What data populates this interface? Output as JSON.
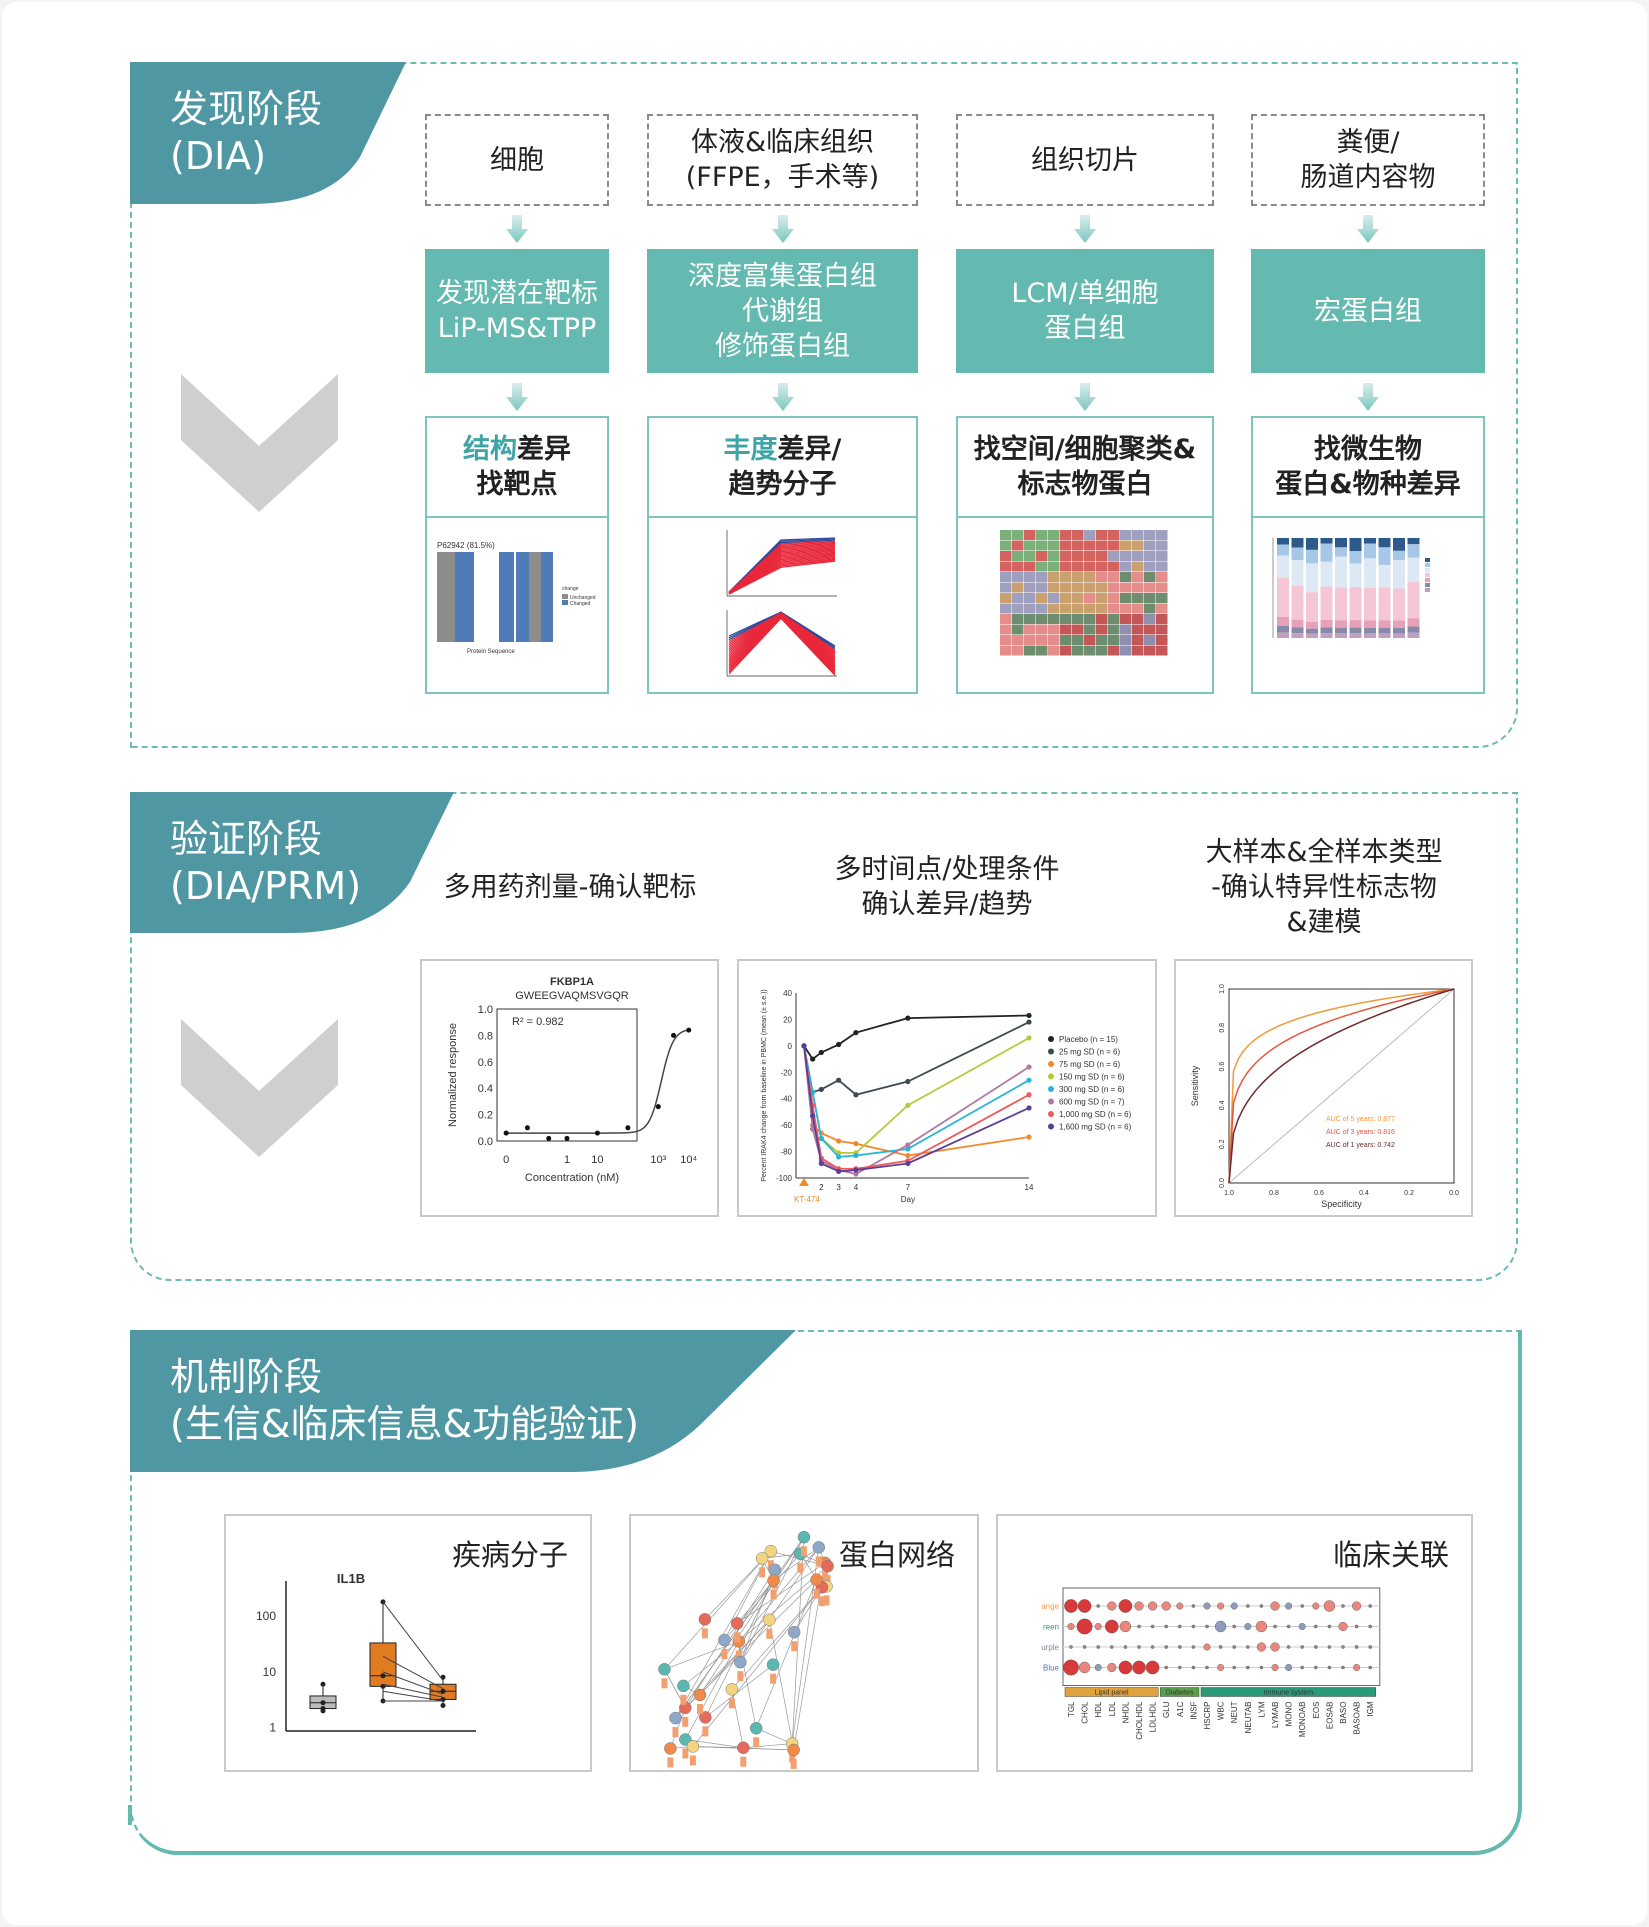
{
  "colors": {
    "banner": "#4e97a3",
    "box": "#64b9b0",
    "border": "#6fbab3",
    "chevron": "#cfcfcf"
  },
  "discovery": {
    "title_line1": "发现阶段",
    "title_line2": "(DIA)",
    "columns": [
      {
        "source": [
          "细胞"
        ],
        "method": [
          "发现潜在靶标",
          "LiP-MS&TPP"
        ],
        "result_hl": "结构",
        "result_rest": "差异",
        "result_line2": "找靶点"
      },
      {
        "source": [
          "体液&临床组织",
          "(FFPE，手术等)"
        ],
        "method": [
          "深度富集蛋白组",
          "代谢组",
          "修饰蛋白组"
        ],
        "result_hl": "丰度",
        "result_rest": "差异/",
        "result_line2": "趋势分子"
      },
      {
        "source": [
          "组织切片"
        ],
        "method": [
          "LCM/单细胞",
          "蛋白组"
        ],
        "result_hl": "",
        "result_rest": "找空间/细胞聚类&",
        "result_line2": "标志物蛋白"
      },
      {
        "source": [
          "粪便/",
          "肠道内容物"
        ],
        "method": [
          "宏蛋白组"
        ],
        "result_hl": "",
        "result_rest": "找微生物",
        "result_line2": "蛋白&物种差异"
      }
    ],
    "thumb_lip": {
      "title": "P62942 (81.5%)",
      "xlabel": "Protein Sequence",
      "legend_title": "change",
      "legend": [
        "Unchanged",
        "Changed"
      ],
      "segments": [
        "U",
        "C",
        "W",
        "C",
        "W",
        "C",
        "U",
        "C"
      ]
    }
  },
  "validation": {
    "title_line1": "验证阶段",
    "title_line2": "(DIA/PRM)",
    "labels": [
      [
        "多用药剂量-确认靶标"
      ],
      [
        "多时间点/处理条件",
        "确认差异/趋势"
      ],
      [
        "大样本&全样本类型",
        "-确认特异性标志物",
        "&建模"
      ]
    ]
  },
  "mechanism": {
    "title_line1": "机制阶段",
    "title_line2": "(生信&临床信息&功能验证)",
    "cards": [
      "疾病分子",
      "蛋白网络",
      "临床关联"
    ]
  },
  "chart_data": [
    {
      "type": "scatter",
      "id": "dose",
      "title": "FKBP1A",
      "subtitle": "GWEEGVAQMSVGQR",
      "annotation": "R² = 0.982",
      "xlabel": "Concentration (nM)",
      "ylabel": "Normalized response",
      "xtick_labels": [
        "0",
        "1",
        "10",
        "10³",
        "10⁴"
      ],
      "xtick_logs": [
        -2,
        0,
        1,
        3,
        4
      ],
      "ylim": [
        0,
        1
      ],
      "yticks": [
        "0.0",
        "0.2",
        "0.4",
        "0.6",
        "0.8",
        "1.0"
      ],
      "log_x": [
        -2,
        -1.3,
        -0.6,
        0,
        1,
        2,
        3,
        3.5,
        4
      ],
      "y": [
        0.06,
        0.1,
        0.02,
        0.02,
        0.06,
        0.1,
        0.26,
        0.8,
        0.84
      ]
    },
    {
      "type": "line",
      "id": "irak4",
      "xlabel": "Day",
      "ylabel": "Percent IRAK4 change from baseline in PBMC (mean (± s.e.))",
      "marker_label": "KT-474",
      "x": [
        1,
        1.5,
        2,
        3,
        4,
        7,
        14
      ],
      "xticks": [
        2,
        3,
        4,
        7,
        14
      ],
      "ylim": [
        -100,
        40
      ],
      "yticks": [
        -100,
        -80,
        -60,
        -40,
        -20,
        0,
        20,
        40
      ],
      "series": [
        {
          "name": "Placebo (n = 15)",
          "color": "#222222",
          "values": [
            0,
            -10,
            -5,
            1,
            10,
            21,
            23
          ]
        },
        {
          "name": "25 mg SD (n = 6)",
          "color": "#3d4a52",
          "values": [
            0,
            -35,
            -33,
            -26,
            -37,
            -27,
            18
          ]
        },
        {
          "name": "75 mg SD (n = 6)",
          "color": "#f08a2c",
          "values": [
            0,
            -60,
            -66,
            -72,
            -74,
            -83,
            -69
          ]
        },
        {
          "name": "150 mg SD (n = 6)",
          "color": "#b7c83a",
          "values": [
            0,
            -35,
            -70,
            -81,
            -81,
            -45,
            6
          ]
        },
        {
          "name": "300 mg SD (n = 6)",
          "color": "#27b4d8",
          "values": [
            0,
            -35,
            -70,
            -84,
            -83,
            -78,
            -26
          ]
        },
        {
          "name": "600 mg SD (n = 7)",
          "color": "#b07aa0",
          "values": [
            0,
            -63,
            -87,
            -94,
            -97,
            -75,
            -16
          ]
        },
        {
          "name": "1,000 mg SD (n = 6)",
          "color": "#ef5a5a",
          "values": [
            0,
            -45,
            -85,
            -93,
            -93,
            -87,
            -37
          ]
        },
        {
          "name": "1,600 mg SD (n = 6)",
          "color": "#5a3e9a",
          "values": [
            0,
            -53,
            -89,
            -95,
            -94,
            -89,
            -47
          ]
        }
      ]
    },
    {
      "type": "line",
      "id": "roc",
      "xlabel": "Specificity",
      "ylabel": "Sensitivity",
      "xticks": [
        "1.0",
        "0.8",
        "0.6",
        "0.4",
        "0.2",
        "0.0"
      ],
      "yticks": [
        "0.0",
        "0.2",
        "0.4",
        "0.6",
        "0.8",
        "1.0"
      ],
      "series": [
        {
          "name": "AUC of 5 years: 0.877",
          "auc": 0.877,
          "color": "#f39a3a"
        },
        {
          "name": "AUC of 3 years: 0.816",
          "auc": 0.816,
          "color": "#e8553e"
        },
        {
          "name": "AUC of 1 years: 0.742",
          "auc": 0.742,
          "color": "#6b2b2b"
        }
      ]
    },
    {
      "type": "bar",
      "id": "il1b",
      "title": "IL1B",
      "yticks": [
        "1",
        "10",
        "100"
      ],
      "log_y": true,
      "boxes": [
        {
          "min": 2,
          "q1": 2.2,
          "median": 2.8,
          "q3": 3.7,
          "max": 6,
          "color": "#bbbbbb"
        },
        {
          "min": 3,
          "q1": 5.5,
          "median": 8.5,
          "q3": 33,
          "max": 180,
          "color": "#e07b22"
        },
        {
          "min": 2.5,
          "q1": 3.2,
          "median": 4.5,
          "q3": 6,
          "max": 8,
          "color": "#e07b22"
        }
      ]
    },
    {
      "type": "heatmap",
      "id": "clinical",
      "rows": [
        "ange",
        "reen",
        "urple",
        "Blue"
      ],
      "row_colors": [
        "#f39a4a",
        "#2a9a78",
        "#8a7aa8",
        "#4a7ab8"
      ],
      "cols": [
        "TGL",
        "CHOL",
        "HDL",
        "LDL",
        "NHDL",
        "CHOLHDL",
        "LDLHDL",
        "GLU",
        "A1C",
        "INSF",
        "HSCRP",
        "WBC",
        "NEUT",
        "NEUTAB",
        "LYM",
        "LYMAB",
        "MONO",
        "MONOAB",
        "EOS",
        "EOSAB",
        "BASO",
        "BASOAB",
        "IGM"
      ],
      "groups": [
        {
          "name": "Lipid panel",
          "span": 7,
          "color": "#e0a23a"
        },
        {
          "name": "Diabetes",
          "span": 3,
          "color": "#5aa04a"
        },
        {
          "name": "Immune system",
          "span": 13,
          "color": "#2a9a78"
        }
      ],
      "values": [
        [
          3,
          3,
          0,
          2,
          3,
          2,
          2,
          2,
          1.5,
          0,
          -1.5,
          1.5,
          -1.5,
          0,
          0,
          2,
          -1.5,
          0,
          1.5,
          2.5,
          0,
          2,
          0
        ],
        [
          1.5,
          3.5,
          1.5,
          3,
          2.5,
          0,
          0,
          0,
          0,
          0,
          0,
          -2.5,
          0,
          -1.5,
          2.5,
          0,
          0,
          -1.5,
          0,
          0,
          2,
          0,
          0
        ],
        [
          0,
          0,
          0,
          0,
          0,
          0,
          0,
          0,
          0,
          0,
          1.5,
          0,
          0,
          0,
          2,
          2,
          0,
          0,
          0,
          0,
          0,
          0,
          0
        ],
        [
          3.5,
          2.5,
          -1.5,
          2,
          3,
          3,
          3,
          0,
          0,
          0,
          0,
          1.5,
          0,
          0,
          0,
          1.5,
          -1.5,
          0,
          0,
          0,
          0,
          1.5,
          0
        ]
      ]
    }
  ]
}
